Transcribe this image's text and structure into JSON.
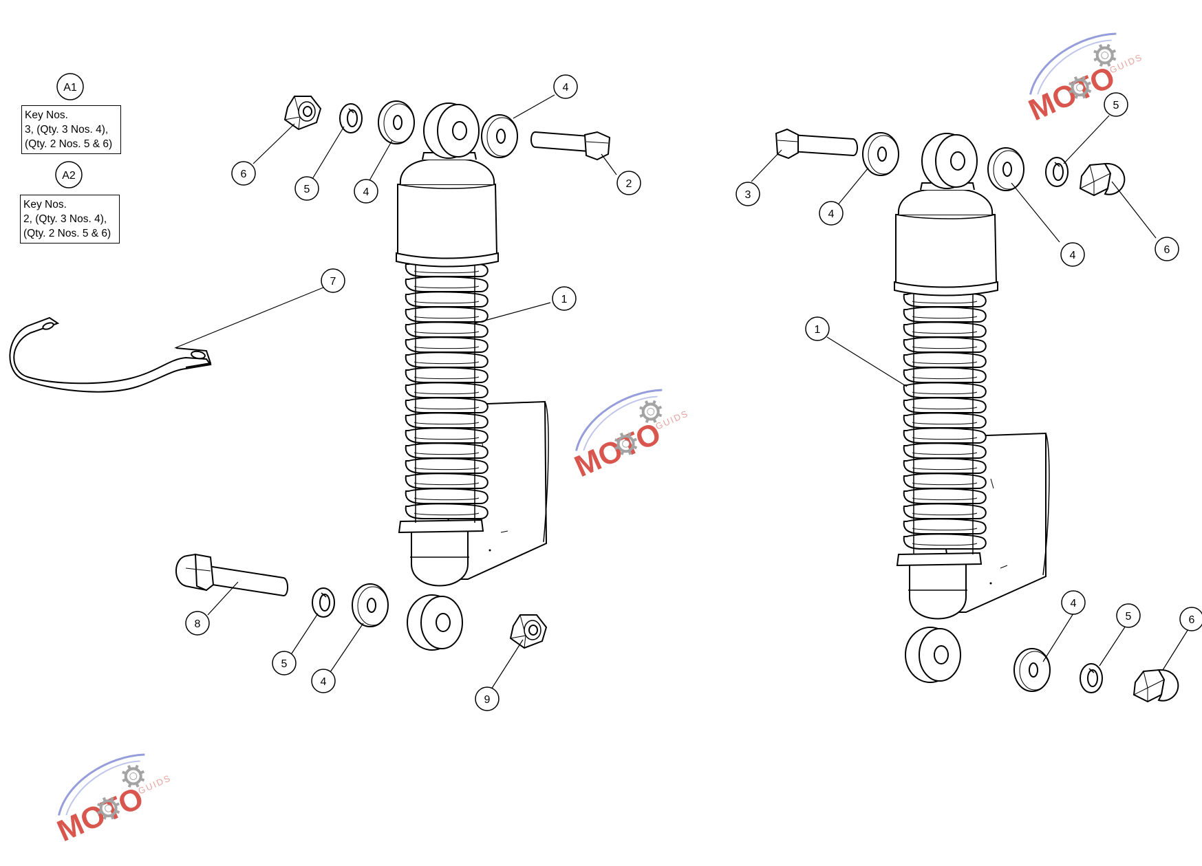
{
  "assembly_labels": [
    "A1",
    "A2"
  ],
  "key_notes": {
    "A1": [
      "Key Nos.",
      "3, (Qty. 3 Nos. 4),",
      "(Qty. 2 Nos. 5 & 6)"
    ],
    "A2": [
      "Key Nos.",
      "2, (Qty. 3 Nos. 4),",
      "(Qty. 2 Nos. 5 & 6)"
    ]
  },
  "callouts": {
    "left_top": [
      "6",
      "5",
      "4",
      "4",
      "2"
    ],
    "left_mid": [
      "7",
      "1"
    ],
    "left_bottom": [
      "8",
      "5",
      "4",
      "9"
    ],
    "right_top": [
      "3",
      "4",
      "4",
      "5",
      "6"
    ],
    "right_mid": [
      "1"
    ],
    "right_bottom": [
      "4",
      "5",
      "6"
    ]
  },
  "watermark": {
    "brand": "MOTO",
    "sub": "GUIDS",
    "colors": {
      "brand": "#d4443a",
      "swoosh": "#8a93d6",
      "sub": "#e59b95",
      "gear": "#9a9a9a"
    }
  },
  "line_color": "#000000"
}
